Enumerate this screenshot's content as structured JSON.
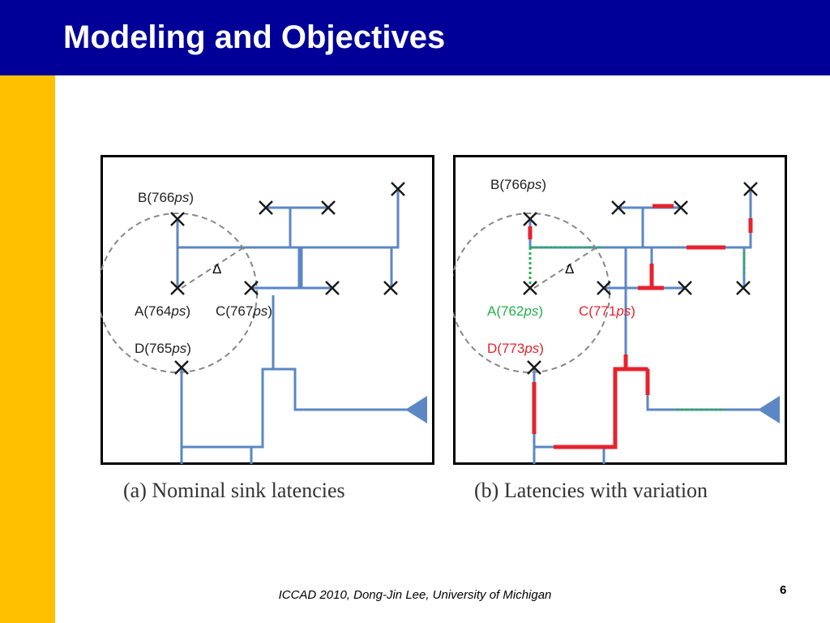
{
  "slide": {
    "title": "Modeling and Objectives",
    "footer": "ICCAD 2010, Dong-Jin Lee, University of Michigan",
    "page_number": "6"
  },
  "colors": {
    "title_bar": "#000099",
    "side_bar": "#ffc000",
    "wire": "#5b87c5",
    "delay_increase": "#e8222d",
    "delay_decrease": "#22b04a",
    "sink_marker": "#1a1a1a",
    "delta_circle": "#888888"
  },
  "panels": {
    "a": {
      "caption": "(a) Nominal sink latencies",
      "delta_symbol": "Δ",
      "sinks": {
        "B": {
          "prefix": "B(",
          "value": "766",
          "unit": "ps",
          "suffix": ")"
        },
        "A": {
          "prefix": "A(",
          "value": "764",
          "unit": "ps",
          "suffix": ")"
        },
        "C": {
          "prefix": "C(",
          "value": "767",
          "unit": "ps",
          "suffix": ")"
        },
        "D": {
          "prefix": "D(",
          "value": "765",
          "unit": "ps",
          "suffix": ")"
        }
      }
    },
    "b": {
      "caption": "(b) Latencies with variation",
      "delta_symbol": "Δ",
      "sinks": {
        "B": {
          "prefix": "B(",
          "value": "766",
          "unit": "ps",
          "suffix": ")"
        },
        "A": {
          "prefix": "A(",
          "value": "762",
          "unit": "ps",
          "suffix": ")"
        },
        "C": {
          "prefix": "C(",
          "value": "771",
          "unit": "ps",
          "suffix": ")"
        },
        "D": {
          "prefix": "D(",
          "value": "773",
          "unit": "ps",
          "suffix": ")"
        }
      }
    }
  }
}
